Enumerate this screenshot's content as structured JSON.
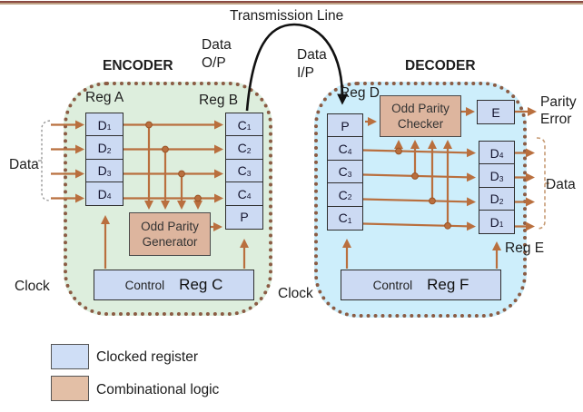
{
  "diagram": {
    "transmission_line_label": "Transmission Line",
    "data_output": {
      "line1": "Data",
      "line2": "O/P"
    },
    "data_input": {
      "line1": "Data",
      "line2": "I/P"
    },
    "encoder": {
      "title": "ENCODER",
      "reg_a_label": "Reg A",
      "reg_b_label": "Reg B",
      "reg_c_label": "Reg C",
      "control_label": "Control",
      "data_label": "Data",
      "clock_label": "Clock",
      "reg_a_cells": [
        {
          "base": "D",
          "sub": "1"
        },
        {
          "base": "D",
          "sub": "2"
        },
        {
          "base": "D",
          "sub": "3"
        },
        {
          "base": "D",
          "sub": "4"
        }
      ],
      "reg_b_cells": [
        {
          "base": "C",
          "sub": "1"
        },
        {
          "base": "C",
          "sub": "2"
        },
        {
          "base": "C",
          "sub": "3"
        },
        {
          "base": "C",
          "sub": "4"
        },
        {
          "base": "P",
          "sub": ""
        }
      ],
      "parity_generator": {
        "line1": "Odd Parity",
        "line2": "Generator"
      }
    },
    "decoder": {
      "title": "DECODER",
      "reg_d_label": "Reg D",
      "reg_e_label": "Reg E",
      "reg_f_label": "Reg F",
      "control_label": "Control",
      "clock_label": "Clock",
      "data_label": "Data",
      "parity_error": {
        "line1": "Parity",
        "line2": "Error"
      },
      "reg_d_cells": [
        {
          "base": "P",
          "sub": ""
        },
        {
          "base": "C",
          "sub": "4"
        },
        {
          "base": "C",
          "sub": "3"
        },
        {
          "base": "C",
          "sub": "2"
        },
        {
          "base": "C",
          "sub": "1"
        }
      ],
      "reg_e_cells": [
        {
          "base": "D",
          "sub": "4"
        },
        {
          "base": "D",
          "sub": "3"
        },
        {
          "base": "D",
          "sub": "2"
        },
        {
          "base": "D",
          "sub": "1"
        }
      ],
      "parity_checker": {
        "line1": "Odd Parity",
        "line2": "Checker"
      },
      "e_cell": {
        "base": "E",
        "sub": ""
      }
    },
    "legend": {
      "items": [
        {
          "label": "Clocked register"
        },
        {
          "label": "Combinational logic"
        }
      ]
    },
    "colors": {
      "wire": "#b96f3e",
      "register_fill": "#ccdaf3",
      "logic_fill": "#ddb59e",
      "encoder_bg": "#ddeedd",
      "decoder_bg": "#cdeefb",
      "dotted_border": "#8b5c44",
      "transmission_line": "#111111",
      "top_line_maroon": "#8a4a42",
      "top_line_tan": "#bfa285"
    }
  }
}
